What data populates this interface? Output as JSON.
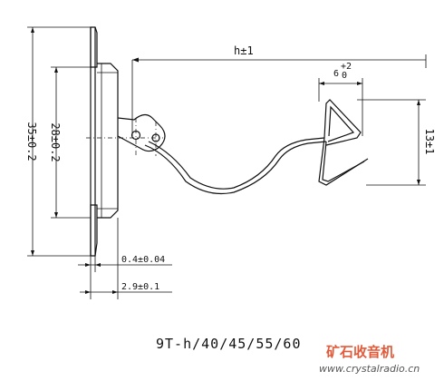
{
  "dimensions": {
    "h": "h±1",
    "gap": "6",
    "gap_tol_upper": "+2",
    "gap_tol_lower": "0",
    "height_13": "13±1",
    "height_28": "28±0.2",
    "height_35": "35±0.2",
    "thick_04": "0.4±0.04",
    "thick_29": "2.9±0.1"
  },
  "caption": "9T-h/40/45/55/60",
  "watermark": {
    "name": "矿石收音机",
    "url": "www.crystalradio.cn",
    "color": "#e25a3a"
  }
}
